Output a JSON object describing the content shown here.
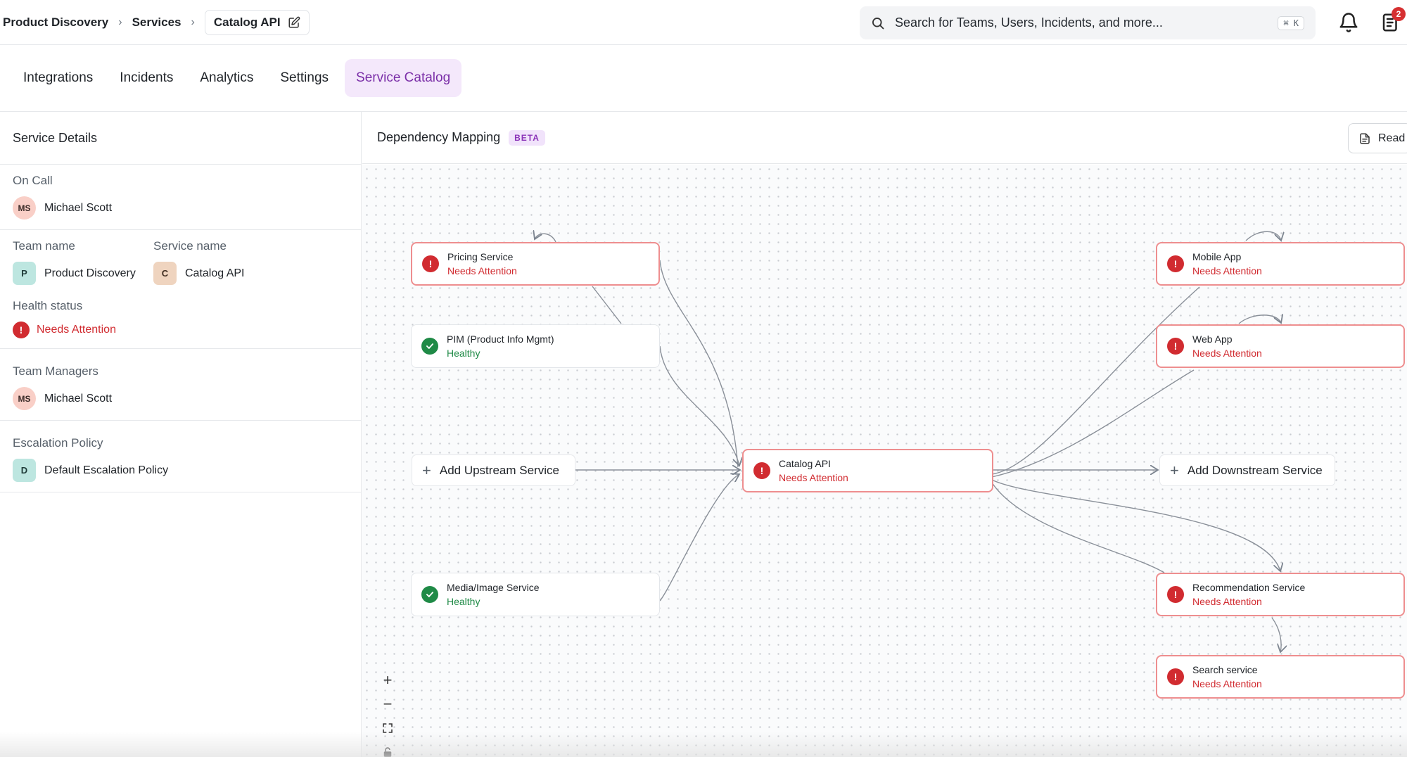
{
  "breadcrumb": {
    "items": [
      "Product Discovery",
      "Services"
    ],
    "current": "Catalog API"
  },
  "search": {
    "placeholder": "Search for Teams, Users, Incidents, and more...",
    "shortcut": "⌘ K"
  },
  "notifications": {
    "badge_count": "2"
  },
  "tabs": [
    {
      "label": "Integrations",
      "active": false
    },
    {
      "label": "Incidents",
      "active": false
    },
    {
      "label": "Analytics",
      "active": false
    },
    {
      "label": "Settings",
      "active": false
    },
    {
      "label": "Service Catalog",
      "active": true
    }
  ],
  "details": {
    "title": "Service Details",
    "on_call": {
      "label": "On Call",
      "initials": "MS",
      "name": "Michael Scott"
    },
    "team": {
      "label": "Team name",
      "initial": "P",
      "name": "Product Discovery"
    },
    "service": {
      "label": "Service name",
      "initial": "C",
      "name": "Catalog API"
    },
    "health": {
      "label": "Health status",
      "value": "Needs Attention"
    },
    "managers": {
      "label": "Team Managers",
      "initials": "MS",
      "name": "Michael Scott"
    },
    "escalation": {
      "label": "Escalation Policy",
      "initial": "D",
      "name": "Default Escalation Policy"
    }
  },
  "mapping": {
    "title": "Dependency Mapping",
    "badge": "BETA",
    "read_button": "Read",
    "add_upstream": "Add Upstream Service",
    "add_downstream": "Add Downstream Service",
    "nodes": {
      "pricing": {
        "name": "Pricing Service",
        "status": "Needs Attention"
      },
      "pim": {
        "name": "PIM (Product Info Mgmt)",
        "status": "Healthy"
      },
      "media": {
        "name": "Media/Image Service",
        "status": "Healthy"
      },
      "catalog": {
        "name": "Catalog API",
        "status": "Needs Attention"
      },
      "mobile": {
        "name": "Mobile App",
        "status": "Needs Attention"
      },
      "web": {
        "name": "Web App",
        "status": "Needs Attention"
      },
      "recommendation": {
        "name": "Recommendation Service",
        "status": "Needs Attention"
      },
      "search": {
        "name": "Search service",
        "status": "Needs Attention"
      }
    }
  },
  "colors": {
    "accent": "#7b2fa8",
    "danger": "#d12b30",
    "success": "#1f8a46"
  }
}
